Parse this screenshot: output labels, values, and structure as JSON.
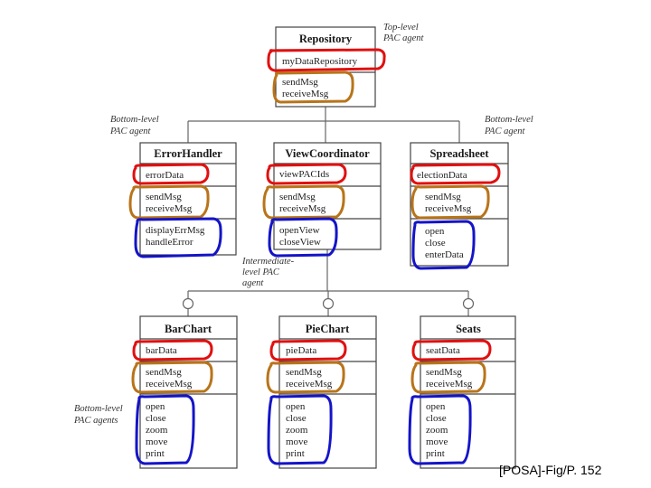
{
  "highlight_colors": {
    "data": "#e01010",
    "messages": "#b8741a",
    "operations": "#1414c8"
  },
  "annotations": {
    "top_level_1": "Top-level",
    "top_level_2": "PAC agent",
    "bottom_left_1": "Bottom-level",
    "bottom_left_2": "PAC agent",
    "bottom_right_1": "Bottom-level",
    "bottom_right_2": "PAC agent",
    "intermediate_1": "Intermediate-",
    "intermediate_2": "level PAC",
    "intermediate_3": "agent",
    "bottom_agents_1": "Bottom-level",
    "bottom_agents_2": "PAC agents"
  },
  "citation": "[POSA]-Fig/P. 152",
  "agents": {
    "repository": {
      "name": "Repository",
      "data": "myDataRepository",
      "msgs": [
        "sendMsg",
        "receiveMsg"
      ],
      "ops": []
    },
    "error_handler": {
      "name": "ErrorHandler",
      "data": "errorData",
      "msgs": [
        "sendMsg",
        "receiveMsg"
      ],
      "ops": [
        "displayErrMsg",
        "handleError"
      ]
    },
    "view_coordinator": {
      "name": "ViewCoordinator",
      "data": "viewPACIds",
      "msgs": [
        "sendMsg",
        "receiveMsg"
      ],
      "ops": [
        "openView",
        "closeView"
      ]
    },
    "spreadsheet": {
      "name": "Spreadsheet",
      "data": "electionData",
      "msgs": [
        "sendMsg",
        "receiveMsg"
      ],
      "ops": [
        "open",
        "close",
        "enterData"
      ]
    },
    "bar_chart": {
      "name": "BarChart",
      "data": "barData",
      "msgs": [
        "sendMsg",
        "receiveMsg"
      ],
      "ops": [
        "open",
        "close",
        "zoom",
        "move",
        "print"
      ]
    },
    "pie_chart": {
      "name": "PieChart",
      "data": "pieData",
      "msgs": [
        "sendMsg",
        "receiveMsg"
      ],
      "ops": [
        "open",
        "close",
        "zoom",
        "move",
        "print"
      ]
    },
    "seats": {
      "name": "Seats",
      "data": "seatData",
      "msgs": [
        "sendMsg",
        "receiveMsg"
      ],
      "ops": [
        "open",
        "close",
        "zoom",
        "move",
        "print"
      ]
    }
  }
}
